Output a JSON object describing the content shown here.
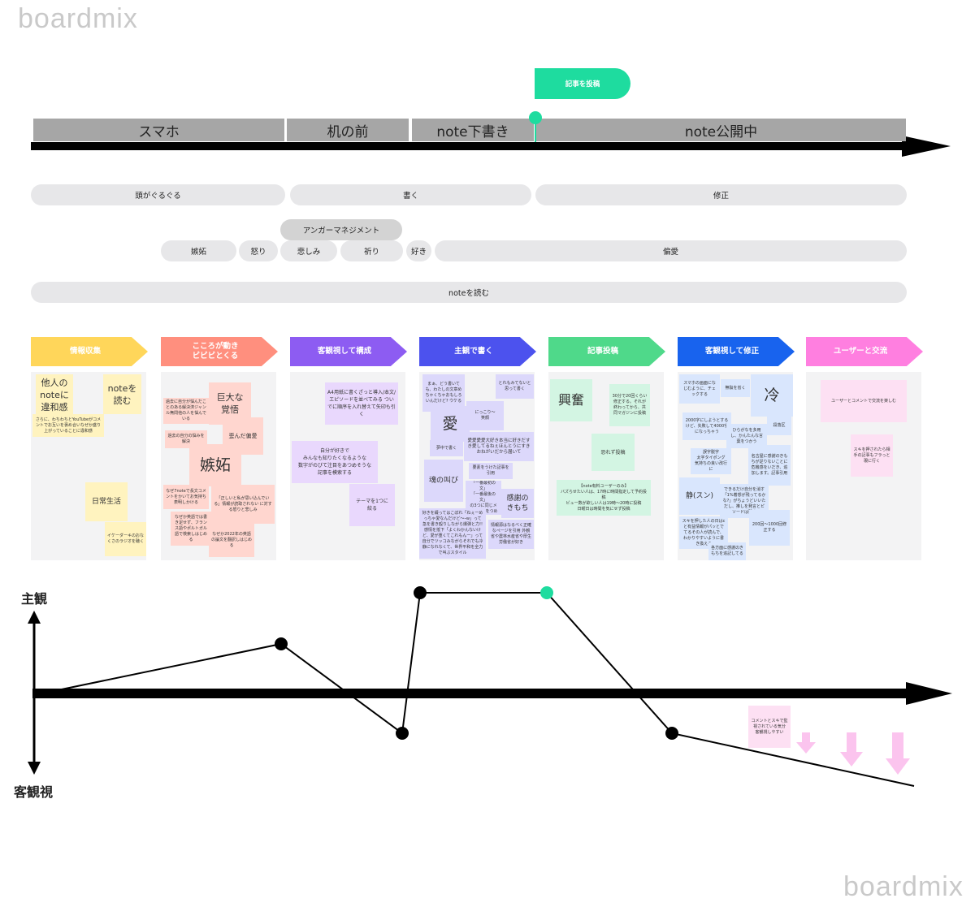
{
  "brand": {
    "watermark": "boardmix"
  },
  "timeline": {
    "flag_label": "記事を投稿",
    "flag_color": "#1edc9f",
    "phases": [
      "スマホ",
      "机の前",
      "note下書き",
      "note公開中"
    ]
  },
  "activities": {
    "think": "頭がぐるぐる",
    "write": "書く",
    "revise": "修正"
  },
  "emotions": {
    "group_label": "アンガーマネジメント",
    "items": [
      "嫉妬",
      "怒り",
      "悲しみ",
      "祈り",
      "好き",
      "偏愛"
    ]
  },
  "reading": "noteを読む",
  "stages": [
    {
      "label": "情報収集",
      "color": "#ffd65a"
    },
    {
      "label": "こころが動き\nビビビとくる",
      "color": "#ff8f7e"
    },
    {
      "label": "客観視して構成",
      "color": "#8d5cf2"
    },
    {
      "label": "主観で書く",
      "color": "#4c52ee"
    },
    {
      "label": "記事投稿",
      "color": "#4fd98a"
    },
    {
      "label": "客観視して修正",
      "color": "#1863ee"
    },
    {
      "label": "ユーザーと交流",
      "color": "#ff7fe0"
    }
  ],
  "notes": {
    "c1": [
      "他人の\nnoteに\n違和感",
      "noteを\n読む",
      "さらに、わちわちとYouTubeがコメントでお互いを褒め合いなぜか盛り上がっていることに違和感",
      "日常生活",
      "イケーダーキのおなくさのラジオを聴く"
    ],
    "c2": [
      "巨大な\n覚悟",
      "過去に自分が悩んだことのある解決済ジャンル無問他の人を悩んでいる",
      "過去の自分の悩みを解決",
      "歪んだ偏愛",
      "嫉妬",
      "なぜ7noteで長文コメントをかいてお気持ち表明しかける",
      "「正しいと私が思い込んでいる」情報が読取されない に対する怒りと悲しみ",
      "なぜか英語では書き足せず、フランス語やポルトガル語で検索しはじめる",
      "なぜか2022年の英語の論文を翻訳しはじめる"
    ],
    "c3": [
      "A4用紙に書くざっと導入/本文/エピソードを並べてみる ついでに順序を入れ替えて矢印も引く",
      "自分が好きで\nみんなも知りたくなるような\n数字がのびて注目をあつめそうな\n記事を模索する",
      "テーマを1つに\n絞る"
    ],
    "c4": [
      "まぁ、どう書いても、わたしの文章めちゃくちゃおもしろいんだけど? ウケる",
      "とれもみてないと思って書く",
      "にっこり〜\n笑顔",
      "愛",
      "夢中で書く",
      "愛愛愛愛大好き本当に好きだすき愛してるねぇほんとうにすきおねがいだから届いて",
      "要素をうけた記事を引用",
      "魂の叫び",
      "「タイトル」\n「一番最初の文」\n「一番最後の文」\nの3つに同じメッセージをつめこむ",
      "感謝の\nきもち",
      "好きを綴ってはこぼれ「ねぇ一めっちゃ愛なんだけど〜ｰw」って急を書き殴りしながら爆弾と力!! 感情を抵下「よくわかんないけど、愛が重くてこれもん一」って自分でツッコみながらそれでも冷静になれなくて、世界平和を全力で叫ぶスタイル",
      "情報源はなるべく正確なページを引用 外観省や農林水産省や厚生労働省が好き"
    ],
    "c5": [
      "興奮",
      "30分で20回くらい修正する。それが終わってから、共同マガジンに投稿",
      "恐れず投稿",
      "【note有料ユーザーのみ】\nバズらせたい人は、17時に時間指定して予約投稿\nビュー数が欲しい人は19時〜20時に投稿\n日曜日は時間を気にせず投稿"
    ],
    "c6": [
      "スマホの画面になじむように、チェックする",
      "無駄を省く",
      "冷",
      "2000字にしようとするけど、失敗して4000字になっちゃう",
      "ひらがなを多用し、かんたんな言葉をつかう",
      "段落区",
      "誤字脱字\n太字タイポング\n気持ちの良い改行に",
      "名古屋に感謝のきもちが足りないことに危機感をいだき、追加します。記事引用",
      "静(スン)",
      "できるだけ自分を消す「1%着想が残ってるかな?」がちょうどいいただし、推しを発言とピソードは残す",
      "スキを押した人の日はcと有益情報がパッとでてるその人が読んで、わかりやすいように書き換える",
      "200回〜1000回修正する",
      "各方面に感謝のきもちを追記してる"
    ],
    "c7": [
      "ユーザーとコメントで交流を楽しむ",
      "スキを押されたら相手の記事もフラっと覗に行く"
    ]
  },
  "subjectivity": {
    "top_label": "主観",
    "bottom_label": "客観視",
    "note": "コメントとスキで監視されている気分 客観視しやすい"
  }
}
